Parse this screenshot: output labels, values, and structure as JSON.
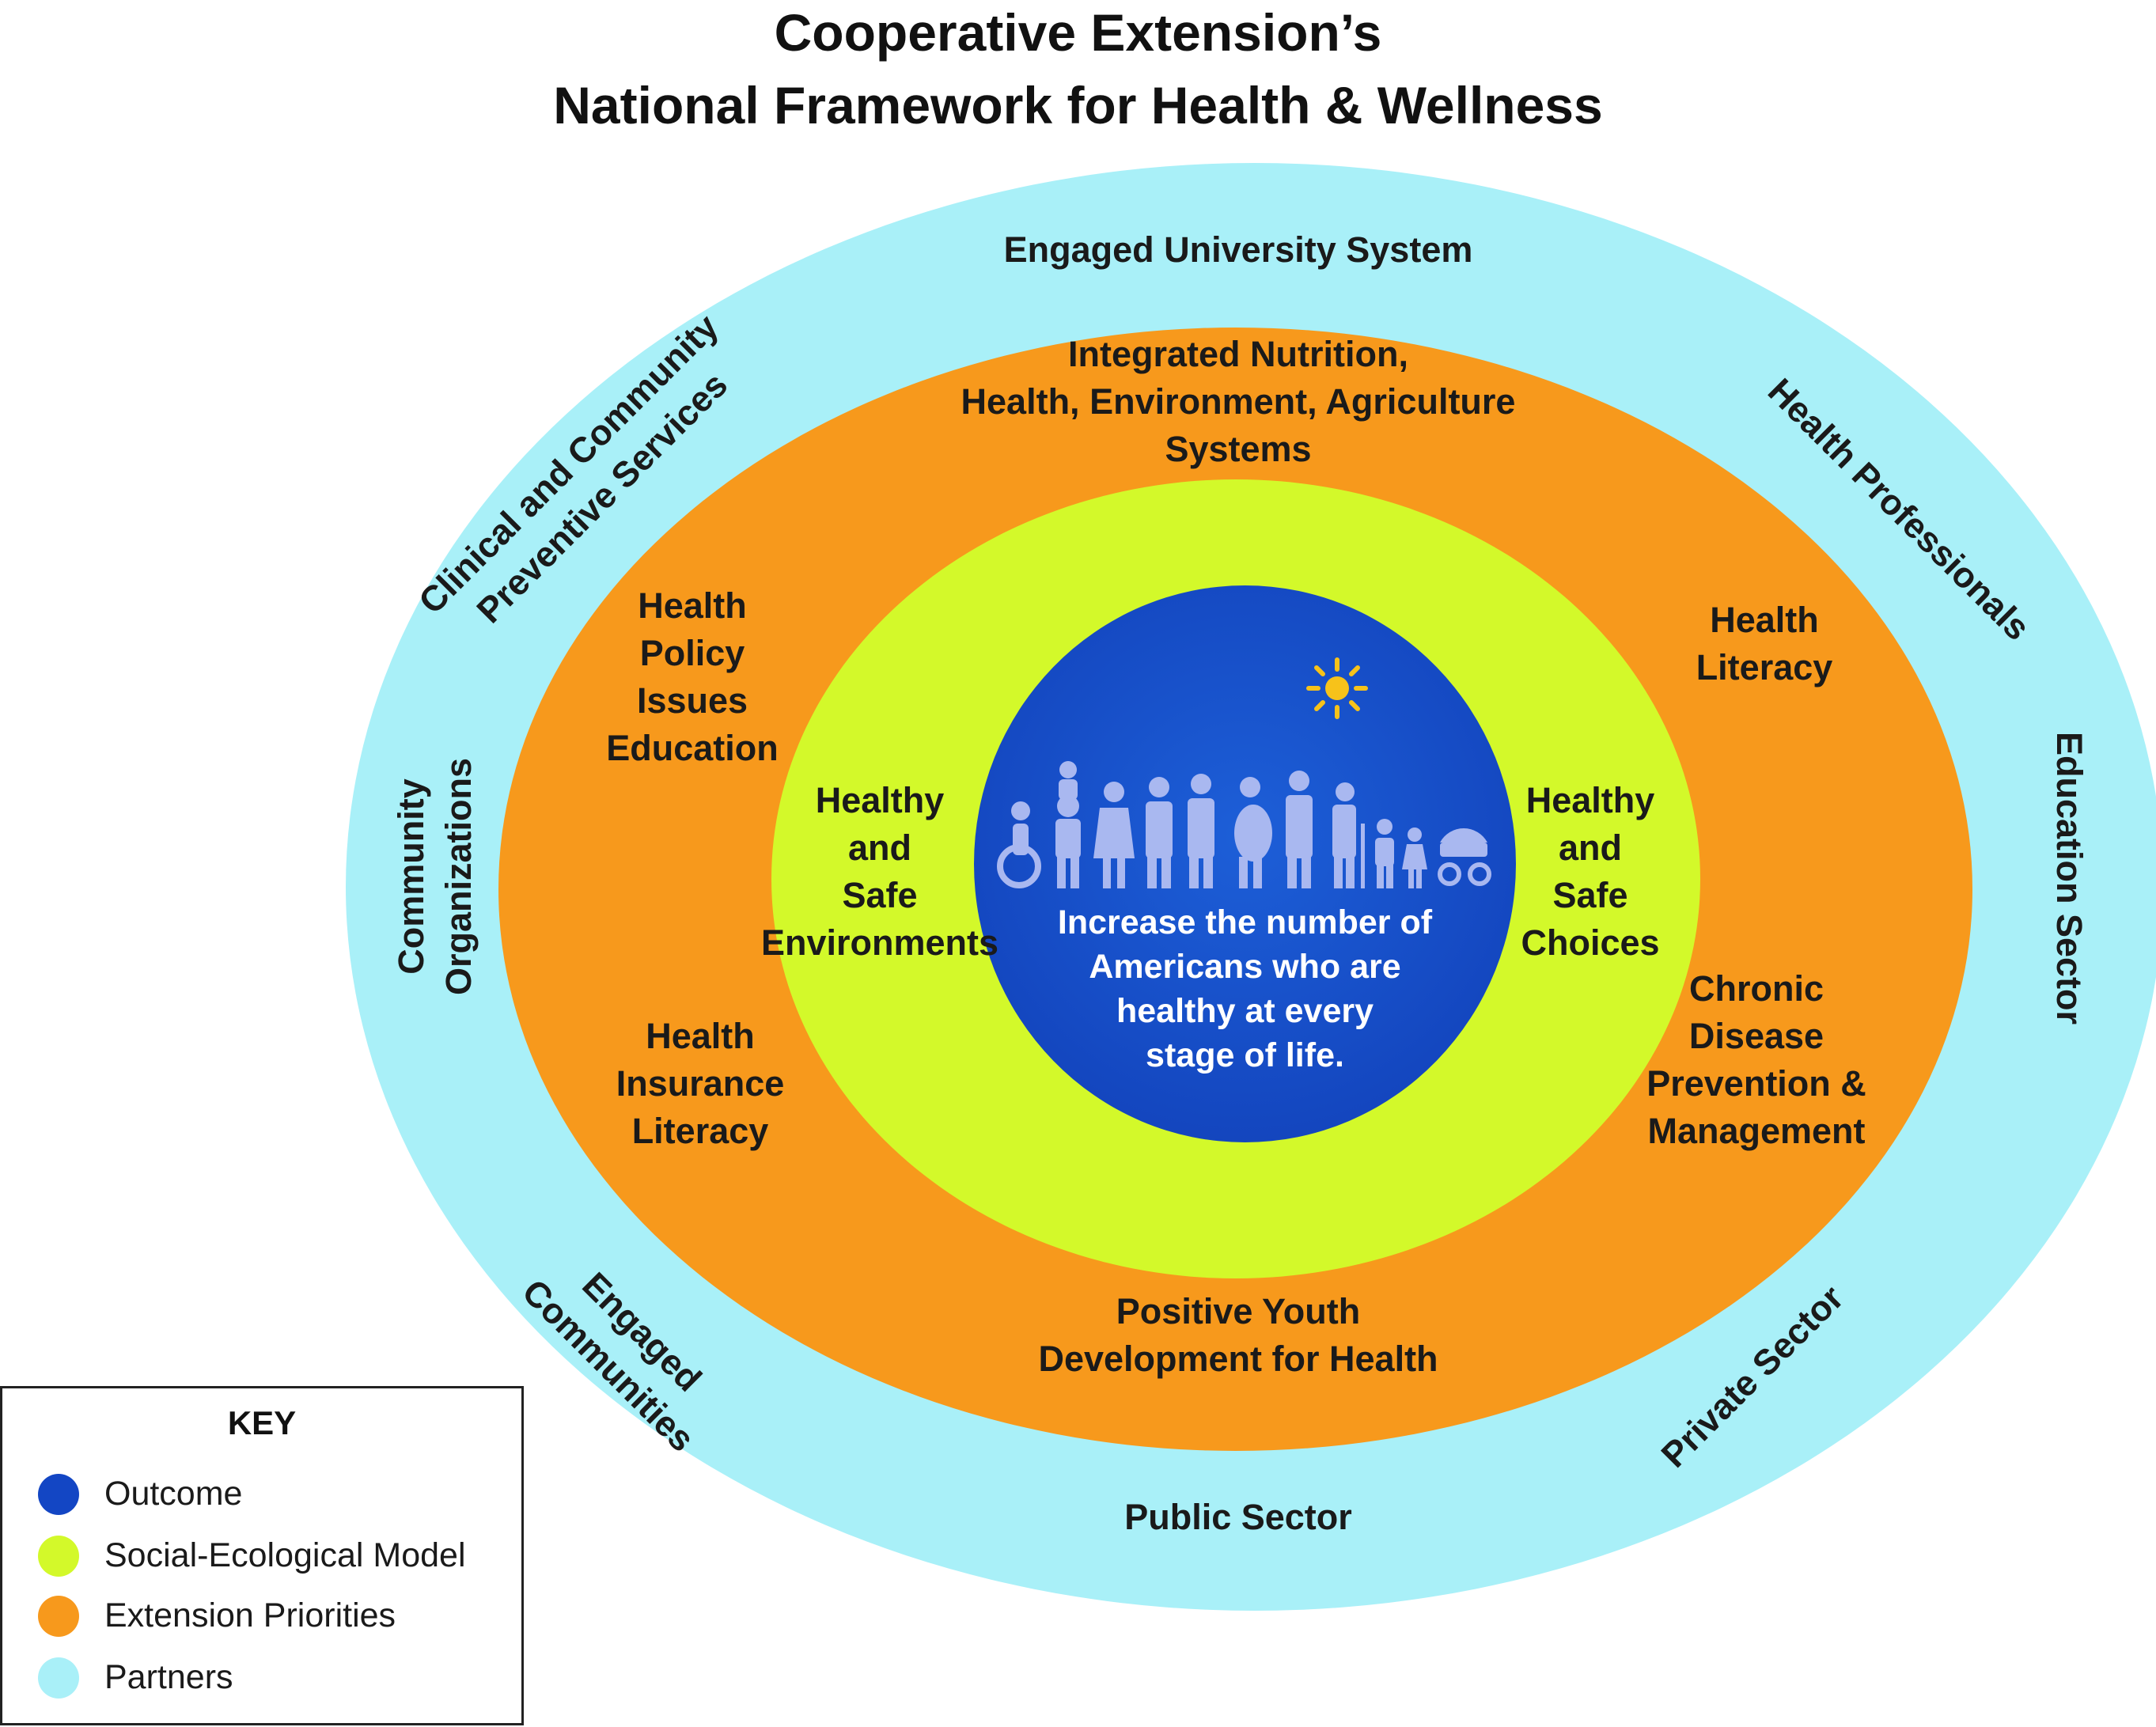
{
  "title": {
    "line1": "Cooperative Extension’s",
    "line2": "National Framework for Health & Wellness"
  },
  "partners": {
    "top": "Engaged University System",
    "top_left_1": "Clinical and Community",
    "top_left_2": "Preventive Services",
    "top_right": "Health Professionals",
    "left_1": "Community",
    "left_2": "Organizations",
    "right": "Education Sector",
    "bottom_left_1": "Engaged",
    "bottom_left_2": "Communities",
    "bottom_right": "Private Sector",
    "bottom": "Public Sector"
  },
  "priorities": {
    "top_1": "Integrated Nutrition,",
    "top_2": "Health, Environment, Agriculture",
    "top_3": "Systems",
    "upper_left_1": "Health",
    "upper_left_2": "Policy",
    "upper_left_3": "Issues",
    "upper_left_4": "Education",
    "upper_right_1": "Health",
    "upper_right_2": "Literacy",
    "lower_left_1": "Health",
    "lower_left_2": "Insurance",
    "lower_left_3": "Literacy",
    "lower_right_1": "Chronic",
    "lower_right_2": "Disease",
    "lower_right_3": "Prevention &",
    "lower_right_4": "Management",
    "bottom_1": "Positive Youth",
    "bottom_2": "Development for Health"
  },
  "sem": {
    "left_1": "Healthy",
    "left_2": "and",
    "left_3": "Safe",
    "left_4": "Environments",
    "right_1": "Healthy",
    "right_2": "and",
    "right_3": "Safe",
    "right_4": "Choices"
  },
  "outcome": {
    "line1": "Increase the number of",
    "line2": "Americans who are",
    "line3": "healthy at every",
    "line4": "stage of life."
  },
  "key": {
    "title": "KEY",
    "items": [
      {
        "label": "Outcome",
        "color": "#1346c4"
      },
      {
        "label": "Social-Ecological Model",
        "color": "#d3f92a"
      },
      {
        "label": "Extension Priorities",
        "color": "#f7991c"
      },
      {
        "label": "Partners",
        "color": "#a9f0f8"
      }
    ]
  },
  "colors": {
    "outcome": "#1346c4",
    "sem": "#d3f92a",
    "priorities": "#f7991c",
    "partners": "#a9f0f8"
  },
  "icons": [
    "sun-icon",
    "people-lifespan-icon"
  ]
}
